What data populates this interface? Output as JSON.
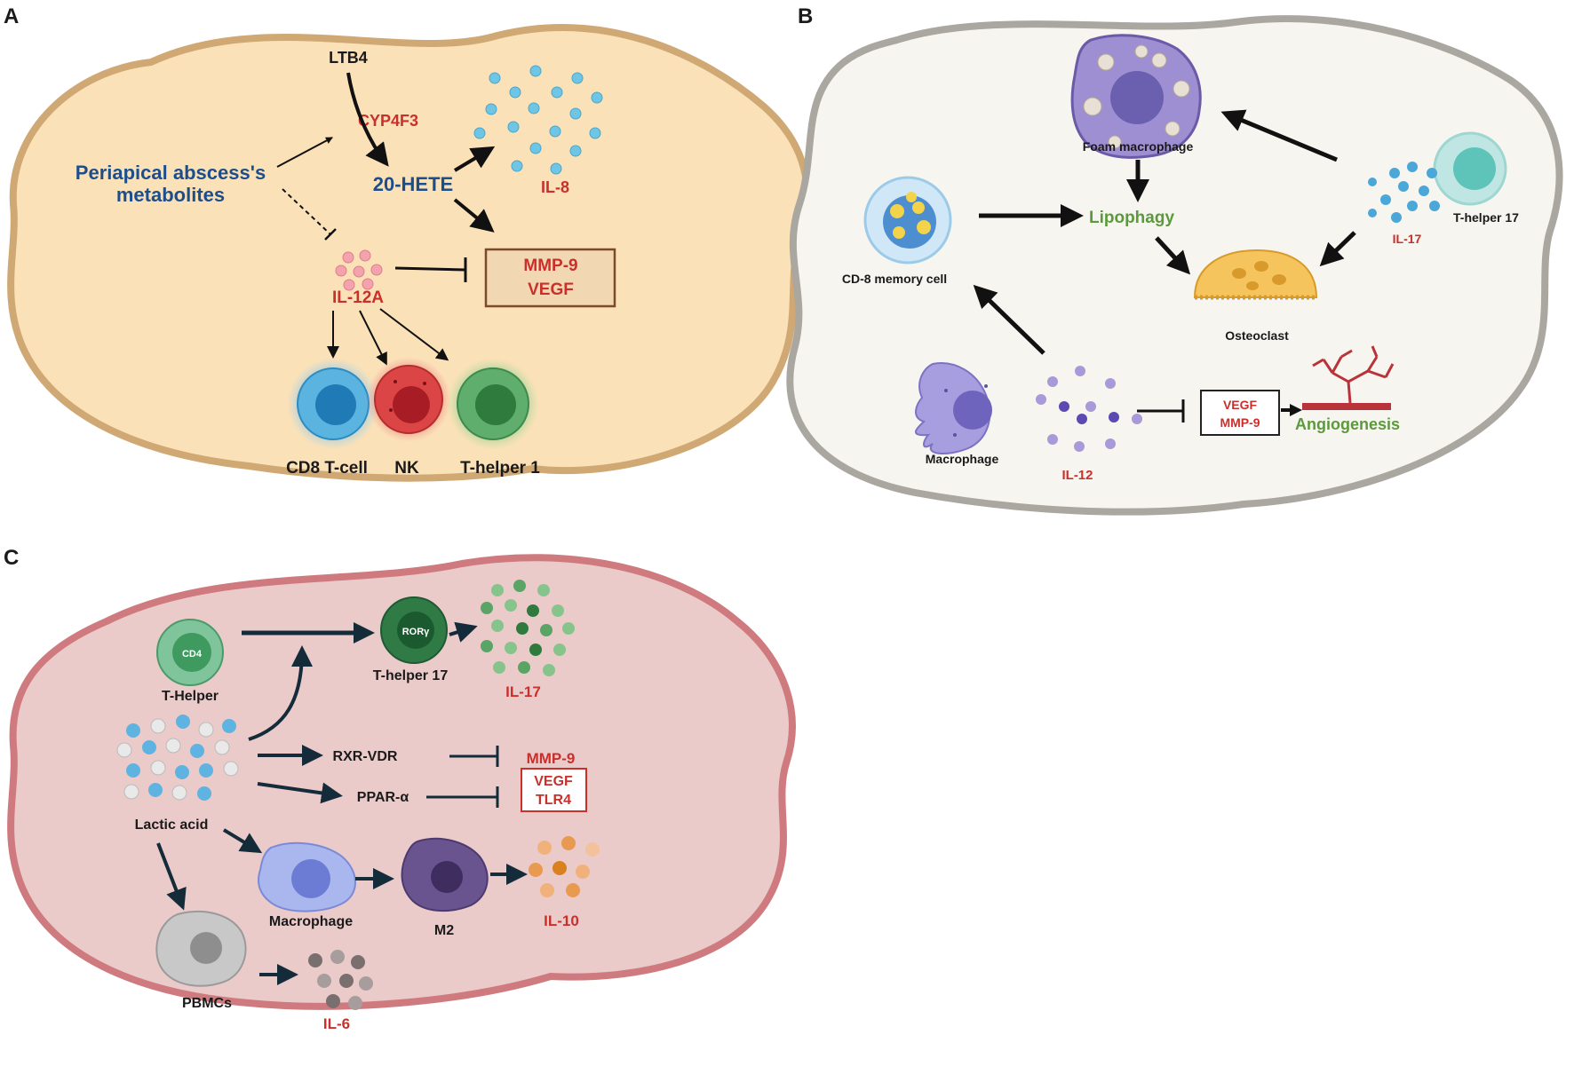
{
  "colors": {
    "panel_a_fill": "#fbe1b8",
    "panel_a_stroke": "#d0a874",
    "panel_b_fill": "#f7f5f0",
    "panel_b_stroke": "#a9a79f",
    "panel_c_fill": "#ebcaca",
    "panel_c_stroke": "#cf7a7e",
    "blue_text": "#1d4e8c",
    "red_text": "#c9302c",
    "green_text": "#5b9a3c",
    "dark_text": "#1a1a1a",
    "arrow_dark": "#111111",
    "arrow_navy": "#142b3a"
  },
  "panel_a": {
    "letter": "A",
    "ltb4": "LTB4",
    "cyp4f3": "CYP4F3",
    "metabolites_line1": "Periapical abscess's",
    "metabolites_line2": "metabolites",
    "hete": "20-HETE",
    "il8": "IL-8",
    "il12a": "IL-12A",
    "mmp9": "MMP-9",
    "vegf": "VEGF",
    "cd8": "CD8 T-cell",
    "nk": "NK",
    "th1": "T-helper 1"
  },
  "panel_b": {
    "letter": "B",
    "foam": "Foam macrophage",
    "lipophagy": "Lipophagy",
    "cd8mem": "CD-8 memory cell",
    "il17": "IL-17",
    "th17": "T-helper 17",
    "osteoclast": "Osteoclast",
    "macrophage": "Macrophage",
    "il12": "IL-12",
    "vegf": "VEGF",
    "mmp9": "MMP-9",
    "angiogenesis": "Angiogenesis"
  },
  "panel_c": {
    "letter": "C",
    "cd4": "CD4",
    "thelper": "T-Helper",
    "rorg": "RORγ",
    "th17": "T-helper 17",
    "il17": "IL-17",
    "rxr": "RXR-VDR",
    "ppar": "PPAR-α",
    "mmp9": "MMP-9",
    "vegf": "VEGF",
    "tlr4": "TLR4",
    "lactic": "Lactic acid",
    "macrophage": "Macrophage",
    "m2": "M2",
    "il10": "IL-10",
    "pbmcs": "PBMCs",
    "il6": "IL-6"
  }
}
